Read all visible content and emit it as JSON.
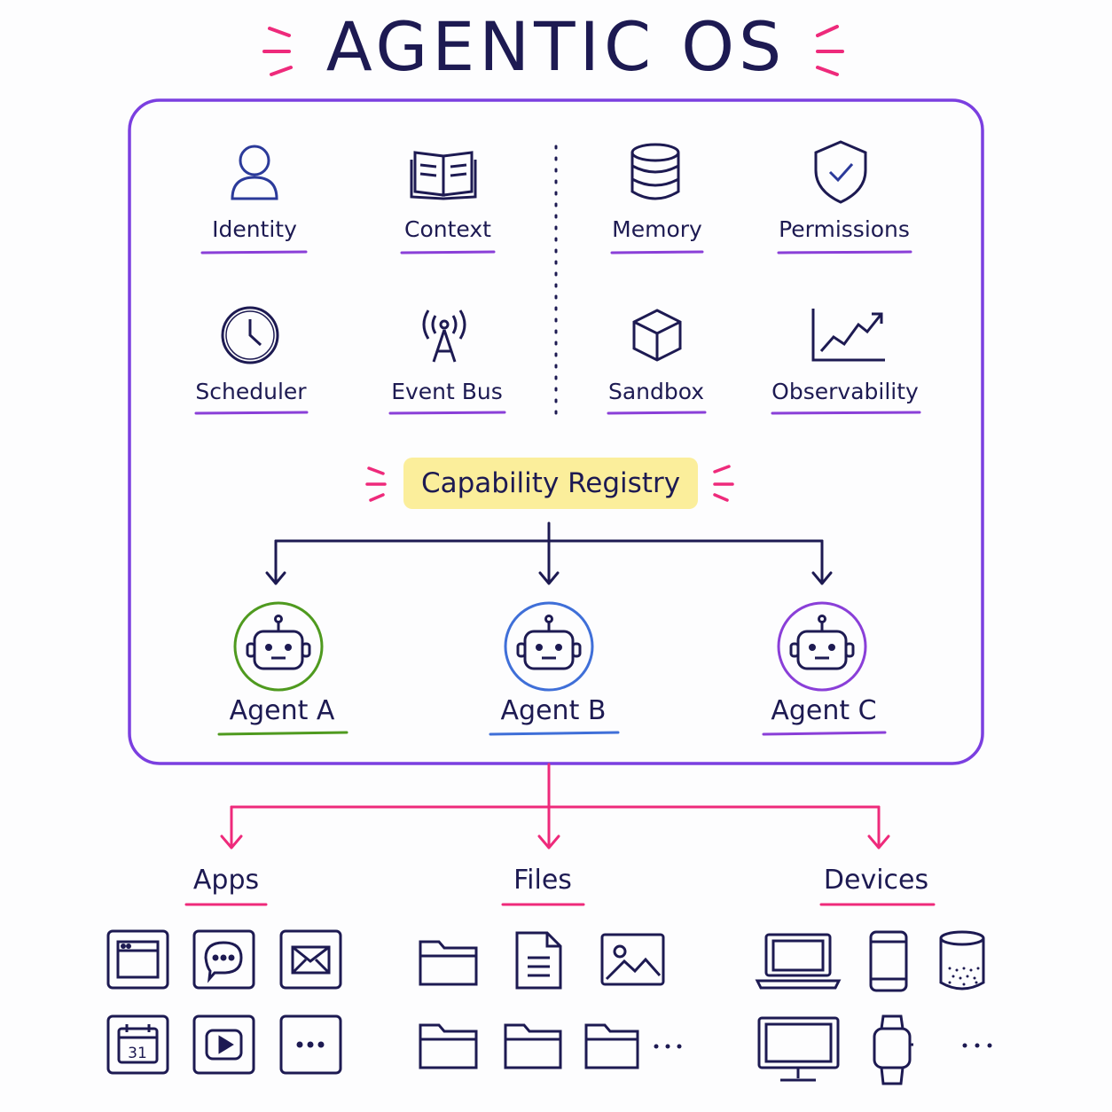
{
  "title": "AGENTIC OS",
  "services": {
    "identity": "Identity",
    "context": "Context",
    "memory": "Memory",
    "permissions": "Permissions",
    "scheduler": "Scheduler",
    "event_bus": "Event Bus",
    "sandbox": "Sandbox",
    "observability": "Observability"
  },
  "registry": "Capability Registry",
  "agents": {
    "a": "Agent A",
    "b": "Agent B",
    "c": "Agent C"
  },
  "targets": {
    "apps": "Apps",
    "files": "Files",
    "devices": "Devices"
  },
  "calendar_day": "31",
  "colors": {
    "frame": "#7b3fe0",
    "ink": "#1d1a52",
    "underline": "#8a3fd8",
    "pink": "#ee2a7b",
    "highlight": "#fbee9b",
    "agent_a": "#4f9a1f",
    "agent_b": "#3f6fd8",
    "agent_c": "#8a3fd8"
  }
}
